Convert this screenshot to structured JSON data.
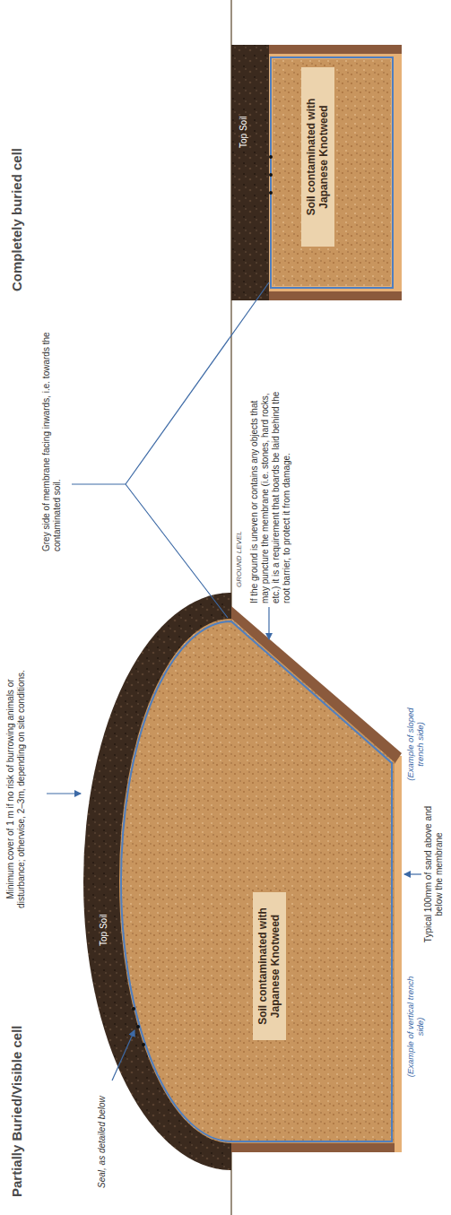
{
  "diagram": {
    "labels": [
      "Partially Buried/Visible cell",
      "Completely buried cell",
      "Minimum cover of 1 m if no risk of burrowing animals or disturbance; otherwise, 2–3m, depending on site conditions.",
      "Grey side of membrane facing inwards, i.e. towards the contaminated soil.",
      "Top Soil",
      "Seal, as detailed below",
      "Soil contaminated with Japanese Knotweed",
      "If the ground is uneven or contains any objects that may puncture the membrane (i.e. stones, hard rocks, etc.) it is a requirement that boards be laid behind the root barrier, to protect it from damage.",
      "GROUND LEVEL",
      "Top Soil",
      "Soil contaminated with Japanese Knotweed",
      "(Example of vertical trench side)",
      "(Example of sloped trench side)",
      "Typical 100mm of sand above and below the membrane"
    ]
  }
}
